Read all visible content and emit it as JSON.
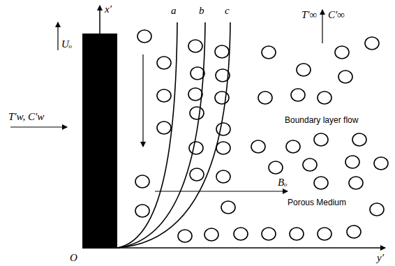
{
  "diagram": {
    "labels": [
      "x′",
      "Uₒ",
      "a",
      "b",
      "c",
      "T′∞",
      "C′∞",
      "T′w, C′w",
      "Boundary layer flow",
      "Bₒ",
      "Porous Medium",
      "O",
      "y′"
    ]
  }
}
